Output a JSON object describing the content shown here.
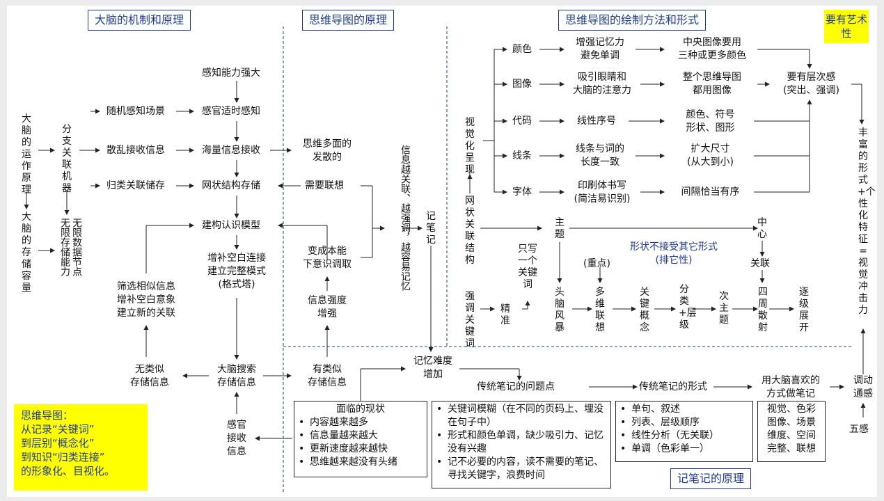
{
  "titles": {
    "brain": "大脑的机制和原理",
    "mindmap": "思维导图的原理",
    "drawing": "思维导图的绘制方法和形式",
    "notes": "记笔记的原理"
  },
  "art_note": "要有艺术性",
  "summary": [
    "思维导图：",
    "从记录“关键词”",
    "到层别“概念化”",
    "到知识“归类连接”",
    "的形象化、目视化。"
  ],
  "brain": {
    "operation": "大脑的运作原理",
    "storage": "大脑的存储容量",
    "branch": "分支关联机器",
    "unlimited": "无限数据节点无限存储能力",
    "random_scene": "随机感知场景",
    "scattered": "散乱接收信息",
    "classify_store": "归类关联储存",
    "strong_perception": "感知能力强大",
    "timely": "感官适时感知",
    "massive": "海量信息接收",
    "network_store": "网状结构存储",
    "build_model": "建构认识模型",
    "fill_gap": [
      "增补空白连接",
      "建立完整模式",
      "(格式塔)"
    ],
    "filter": [
      "筛选相似信息",
      "增补空白意象",
      "建立新的关联"
    ],
    "search": [
      "大脑搜索",
      "存储信息"
    ],
    "no_similar": [
      "无类似",
      "存储信息"
    ],
    "sensory": [
      "感官",
      "接收",
      "信息"
    ]
  },
  "mindmap": {
    "multi": [
      "思维多面的",
      "发散的"
    ],
    "need_assoc": "需要联想",
    "subconscious": [
      "变成本能",
      "下意识调取"
    ],
    "strengthen": [
      "信息强度",
      "增强"
    ],
    "has_similar": [
      "有类似",
      "存储信息"
    ],
    "more_assoc": "信息越关联、越强调，越容易记忆",
    "take_notes": "记笔记",
    "harder": [
      "记忆难度",
      "增加"
    ]
  },
  "drawing": {
    "visual": "视觉化呈现",
    "network": "网状关联结构",
    "emphasize": "强调关键词",
    "precise": "精准",
    "one_keyword": "只写一个关键词",
    "items": [
      {
        "name": "颜色",
        "mid": [
          "增强记忆力",
          "避免单调"
        ],
        "right": [
          "中央图像要用",
          "三种或更多颜色"
        ]
      },
      {
        "name": "图像",
        "mid": [
          "吸引眼睛和",
          "大脑的注意力"
        ],
        "right": [
          "整个思维导图",
          "都用图像"
        ]
      },
      {
        "name": "代码",
        "mid": [
          "线性序号"
        ],
        "right": [
          "颜色、符号",
          "形状、图形"
        ]
      },
      {
        "name": "线条",
        "mid": [
          "线条与词的",
          "长度一致"
        ],
        "right": [
          "扩大尺寸",
          "(从大到小)"
        ]
      },
      {
        "name": "字体",
        "mid": [
          "印刷体书写",
          "(简洁易识别)"
        ],
        "right": [
          "间隔恰当有序"
        ]
      }
    ],
    "layered": [
      "要有层次感",
      "(突出、强调)"
    ],
    "theme": "主题",
    "brainstorm": "头脑风暴",
    "key_point": "(重点)",
    "multi_assoc": "多维联想",
    "key_concept": "关键概念",
    "classify": "分类+层级",
    "subtopic": "次主题",
    "center": "中心",
    "relate": "关联",
    "radiate": "四周散射",
    "expand": "逐级展开",
    "shape_note": [
      "形状不接受其它形式",
      "(排它性)"
    ],
    "rich_form": "丰富的形式+个性化特征=视觉冲击力"
  },
  "notes": {
    "traditional_problem": "传统笔记的问题点",
    "traditional_form": "传统笔记的形式",
    "brain_like": [
      "用大脑喜欢的",
      "方式做笔记"
    ],
    "mobilize": [
      "调动",
      "通感"
    ],
    "five_senses": "五感",
    "situation_title": "面临的现状",
    "situation": [
      "内容越来越多",
      "信息量越来越大",
      "更新速度越来越快",
      "思维越来越没有头绪"
    ],
    "problems": [
      "关键词模糊（在不同的页码上、埋没在句子中）",
      "形式和颜色单调，缺少吸引力、记忆没有兴趣",
      "记不必要的内容，读不需要的笔记、寻找关键字，浪费时间"
    ],
    "forms": [
      "单句、叙述",
      "列表、层级顺序",
      "线性分析（无关联）",
      "单调（色彩单一）"
    ],
    "senses": [
      "视觉、色彩",
      "图像、场景",
      "维度、空间",
      "完整、联想"
    ]
  }
}
